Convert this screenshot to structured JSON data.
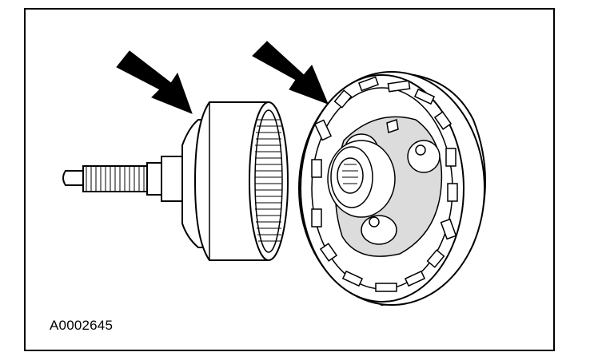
{
  "figure": {
    "id_label": "A0002645"
  },
  "colors": {
    "ink": "#000000",
    "paper": "#ffffff",
    "shade": "#dcdcdc"
  },
  "callouts": [
    {
      "name": "arrow-icon",
      "points_to": "drum-rim"
    },
    {
      "name": "arrow-icon",
      "points_to": "carrier-rim"
    }
  ]
}
